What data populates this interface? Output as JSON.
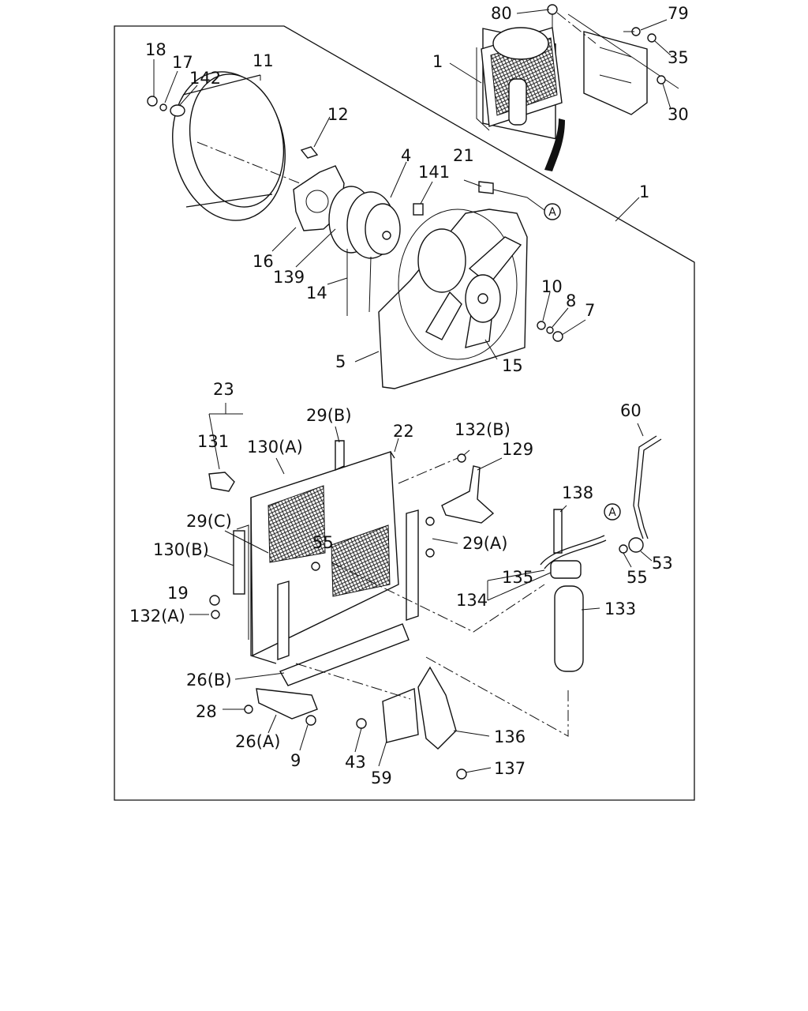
{
  "labels": {
    "l80": "80",
    "l79": "79",
    "l35": "35",
    "l30": "30",
    "l1top": "1",
    "l18": "18",
    "l17": "17",
    "l142": "142",
    "l11": "11",
    "l12": "12",
    "l4": "4",
    "l21": "21",
    "l141": "141",
    "l1": "1",
    "l16": "16",
    "l139": "139",
    "l14": "14",
    "l10": "10",
    "l8": "8",
    "l7": "7",
    "l5": "5",
    "l15": "15",
    "l23": "23",
    "l29b": "29(B)",
    "l22": "22",
    "l132b": "132(B)",
    "l129": "129",
    "l60": "60",
    "l131": "131",
    "l130a": "130(A)",
    "l138": "138",
    "l29c": "29(C)",
    "l55a": "55",
    "l29a": "29(A)",
    "l130b": "130(B)",
    "l53": "53",
    "l135": "135",
    "l55b": "55",
    "l19": "19",
    "l134": "134",
    "l133": "133",
    "l132a": "132(A)",
    "l26b": "26(B)",
    "l28": "28",
    "l26a": "26(A)",
    "l9": "9",
    "l43": "43",
    "l59": "59",
    "l136": "136",
    "l137": "137"
  },
  "markers": {
    "a1": "A",
    "a2": "A"
  }
}
